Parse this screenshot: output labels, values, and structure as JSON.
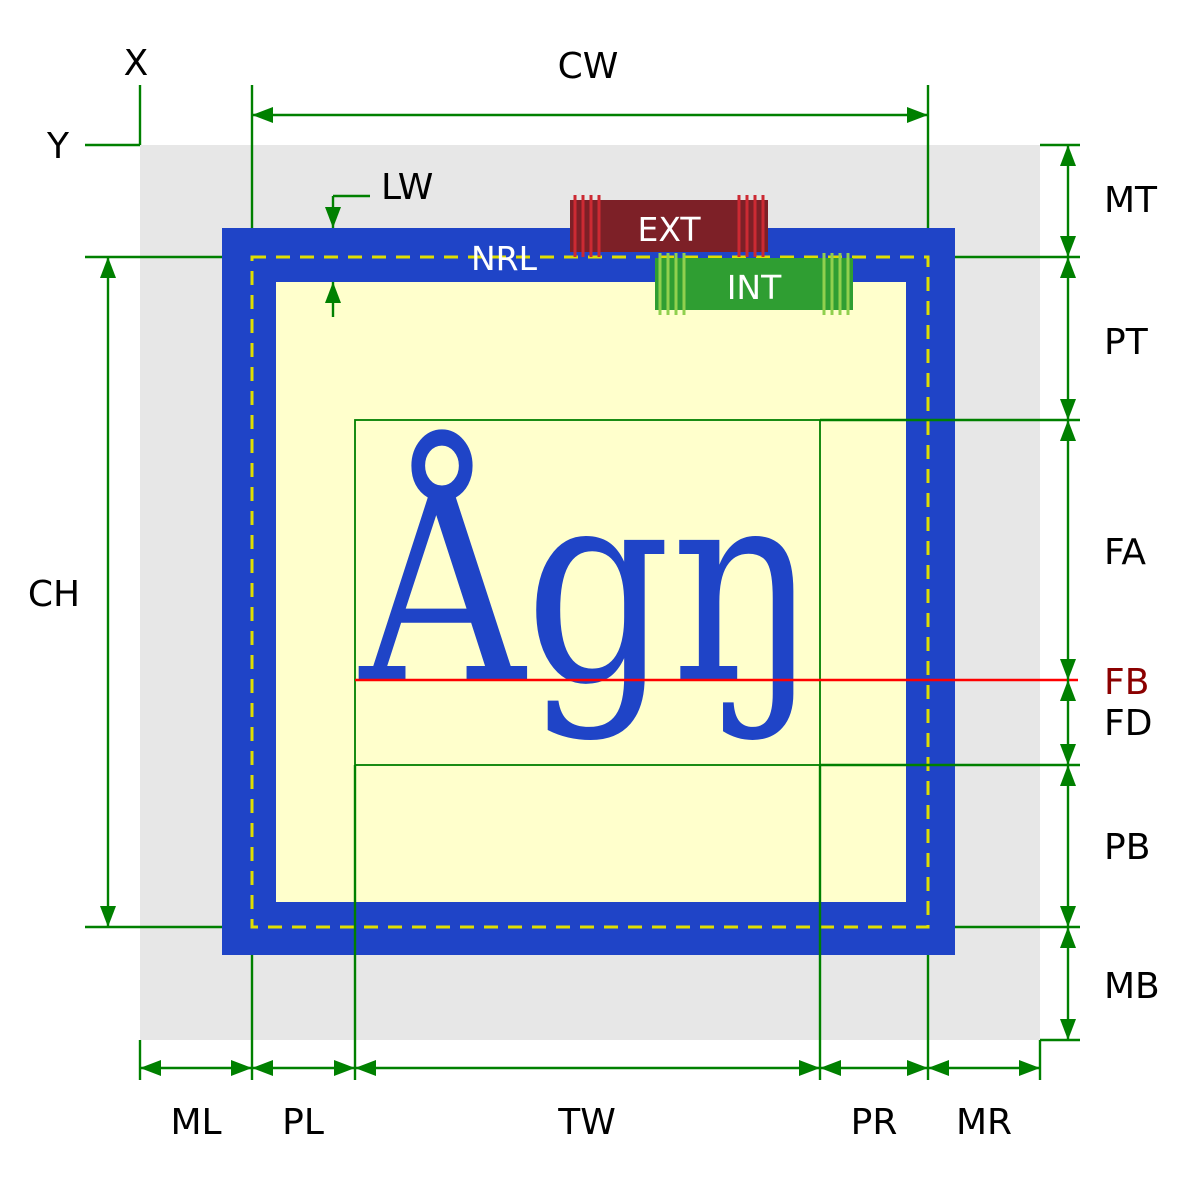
{
  "glyph_sample": "Ågŋ",
  "labels": {
    "x": "X",
    "y": "Y",
    "cw": "CW",
    "lw": "LW",
    "nrl": "NRL",
    "ext": "EXT",
    "int": "INT",
    "ch": "CH",
    "mt": "MT",
    "pt": "PT",
    "fa": "FA",
    "fb": "FB",
    "fd": "FD",
    "pb": "PB",
    "mb": "MB",
    "ml": "ML",
    "pl": "PL",
    "tw": "TW",
    "pr": "PR",
    "mr": "MR"
  },
  "colors": {
    "background": "#ffffff",
    "margin_area": "#e7e7e7",
    "border": "#1f44c7",
    "padding_area": "#ffffcc",
    "text_frame_outline": "#008000",
    "dimension_lines": "#008000",
    "label_text": "#000000",
    "baseline_line": "#ff0000",
    "baseline_label": "#8b0000",
    "nrl_dashes": "#dede00",
    "ext_fill": "#7d2027",
    "ext_hatch": "#cc2a33",
    "int_fill": "#2f9e32",
    "int_hatch": "#90d04e",
    "overlay_label": "#ffffff",
    "glyph": "#1f44c7"
  }
}
